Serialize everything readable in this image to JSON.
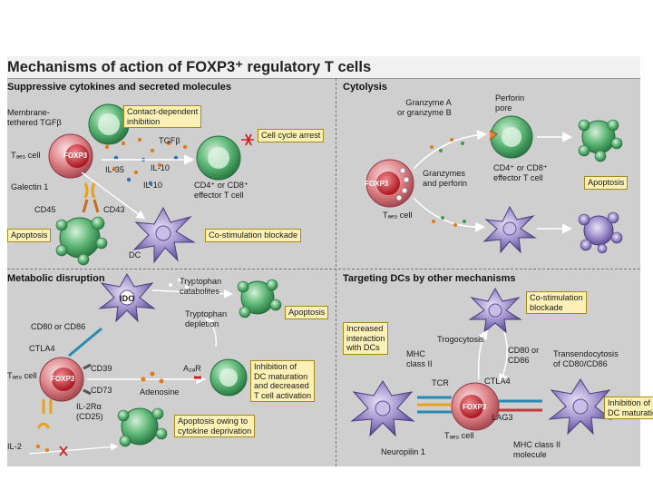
{
  "title": "Mechanisms of action of FOXP3⁺ regulatory T cells",
  "panels": {
    "a": {
      "heading": "Suppressive cytokines and secreted molecules",
      "labels": {
        "membrane_tgfb": "Membrane-\ntethered TGFβ",
        "treg": "Tₐₑ₉ cell",
        "foxp3": "FOXP3",
        "tgfb": "TGFβ",
        "il35": "IL-35",
        "il10_a": "IL-10",
        "il10_b": "IL-10",
        "galectin": "Galectin 1",
        "cd45": "CD45",
        "cd43": "CD43",
        "effector": "CD4⁺ or CD8⁺\neffector T cell",
        "dc": "DC"
      },
      "boxes": {
        "contact": "Contact-dependent\ninhibition",
        "cell_cycle": "Cell cycle arrest",
        "apoptosis": "Apoptosis",
        "costim": "Co-stimulation blockade"
      }
    },
    "b": {
      "heading": "Cytolysis",
      "labels": {
        "granzyme": "Granzyme A\nor granzyme B",
        "perforin_pore": "Perforin\npore",
        "granzymes_perforin": "Granzymes\nand perforin",
        "effector": "CD4⁺ or CD8⁺\neffector T cell",
        "foxp3": "FOXP3",
        "treg": "Tₐₑ₉ cell"
      },
      "boxes": {
        "apoptosis": "Apoptosis"
      }
    },
    "c": {
      "heading": "Metabolic disruption",
      "labels": {
        "ido": "IDO",
        "trp_catabolites": "Tryptophan\ncatabolites",
        "trp_depletion": "Tryptophan\ndepletion",
        "cd80_cd86": "CD80 or CD86",
        "ctla4": "CTLA4",
        "treg": "Tₐₑ₉ cell",
        "foxp3": "FOXP3",
        "cd39": "CD39",
        "cd73": "CD73",
        "adenosine": "Adenosine",
        "a2ar": "A₂ₐR",
        "il2ra": "IL-2Rα\n(CD25)",
        "il2": "IL-2"
      },
      "boxes": {
        "apoptosis": "Apoptosis",
        "inhibition": "Inhibition of\nDC maturation\nand decreased\nT cell activation",
        "deprivation": "Apoptosis owing to\ncytokine deprivation"
      }
    },
    "d": {
      "heading": "Targeting DCs by other mechanisms",
      "labels": {
        "trogocytosis": "Trogocytosis",
        "mhc2": "MHC\nclass II",
        "cd80_86": "CD80 or\nCD86",
        "transendo": "Transendocytosis\nof CD80/CD86",
        "tcr": "TCR",
        "ctla4": "CTLA4",
        "foxp3": "FOXP3",
        "lag3": "LAG3",
        "treg": "Tₐₑ₉ cell",
        "neuropilin": "Neuropilin 1",
        "mhc2_molecule": "MHC class II\nmolecule"
      },
      "boxes": {
        "costim": "Co-stimulation\nblockade",
        "increased": "Increased\ninteraction\nwith DCs",
        "inhibition": "Inhibition of\nDC maturation"
      }
    }
  },
  "colors": {
    "panel_bg": "#cfcfd0",
    "box_fill": "#fbf0b5",
    "treg_fill": "#d9777c",
    "nucleus": "#c2262e",
    "effector": "#4fae6a",
    "dc": "#9a8ac8",
    "inhibit": "#cc1f1f"
  }
}
